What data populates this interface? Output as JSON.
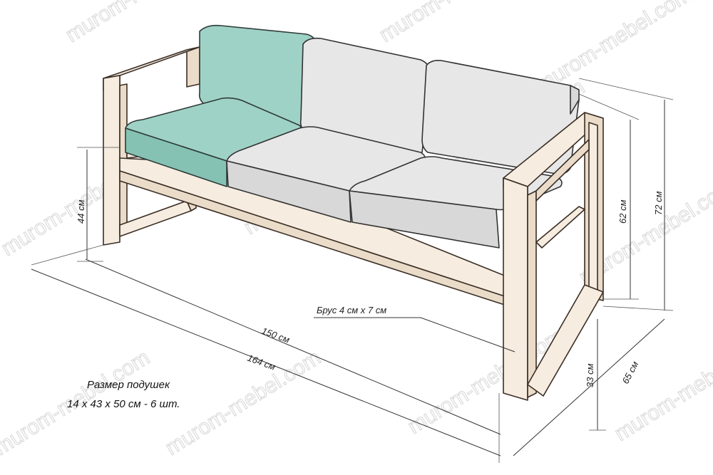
{
  "labels": {
    "seat_height": "44 см",
    "back_height": "62 см",
    "total_height": "72 см",
    "inner_length": "150 см",
    "total_length": "164 см",
    "arm_height": "33 см",
    "depth": "65 см",
    "beam": "Брус 4 см х 7 см"
  },
  "note": {
    "line1": "Размер подушек",
    "line2": "14 х 43 х 50 см - 6 шт."
  },
  "watermark": "murom-mebel.com",
  "colors": {
    "wood": "#f6ecdf",
    "cushion_grey": "#e7e7e7",
    "cushion_teal": "#9fd2c6"
  }
}
